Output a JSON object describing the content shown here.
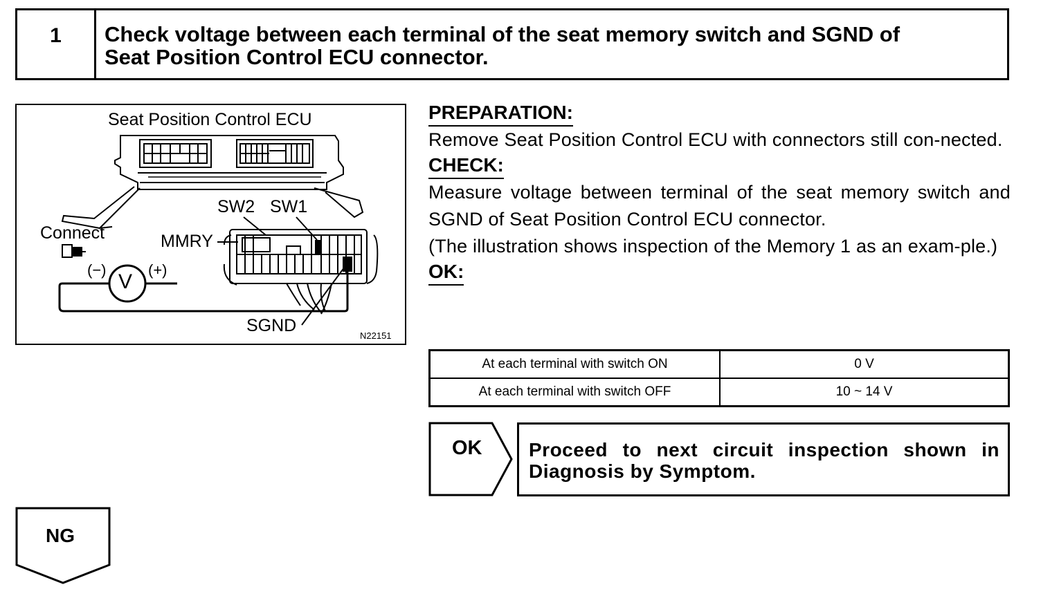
{
  "step": {
    "number": "1",
    "title_line1": "Check voltage between each terminal of the seat memory switch and SGND of",
    "title_line2": "Seat Position Control ECU connector."
  },
  "figure": {
    "title": "Seat Position Control ECU",
    "labels": {
      "sw2": "SW2",
      "sw1": "SW1",
      "connect": "Connect",
      "mmry": "MMRY",
      "minus": "(−)",
      "plus": "(+)",
      "meter": "V",
      "sgnd": "SGND"
    },
    "code": "N22151"
  },
  "preparation": {
    "heading": "PREPARATION:",
    "text": "Remove Seat Position Control ECU with connectors still con-nected."
  },
  "check": {
    "heading": "CHECK:",
    "text1": "Measure voltage between terminal of the seat memory switch and SGND of Seat Position Control ECU connector.",
    "text2": "(The illustration shows inspection of the Memory 1 as an exam-ple.)"
  },
  "ok_spec": {
    "heading": "OK:",
    "rows": [
      {
        "condition": "At each terminal with switch ON",
        "value": "0 V"
      },
      {
        "condition": "At each terminal with switch OFF",
        "value": "10 ~ 14 V"
      }
    ]
  },
  "ok_result": {
    "tag": "OK",
    "text": "Proceed to next circuit inspection shown in Diagnosis by Symptom."
  },
  "ng_result": {
    "tag": "NG"
  }
}
